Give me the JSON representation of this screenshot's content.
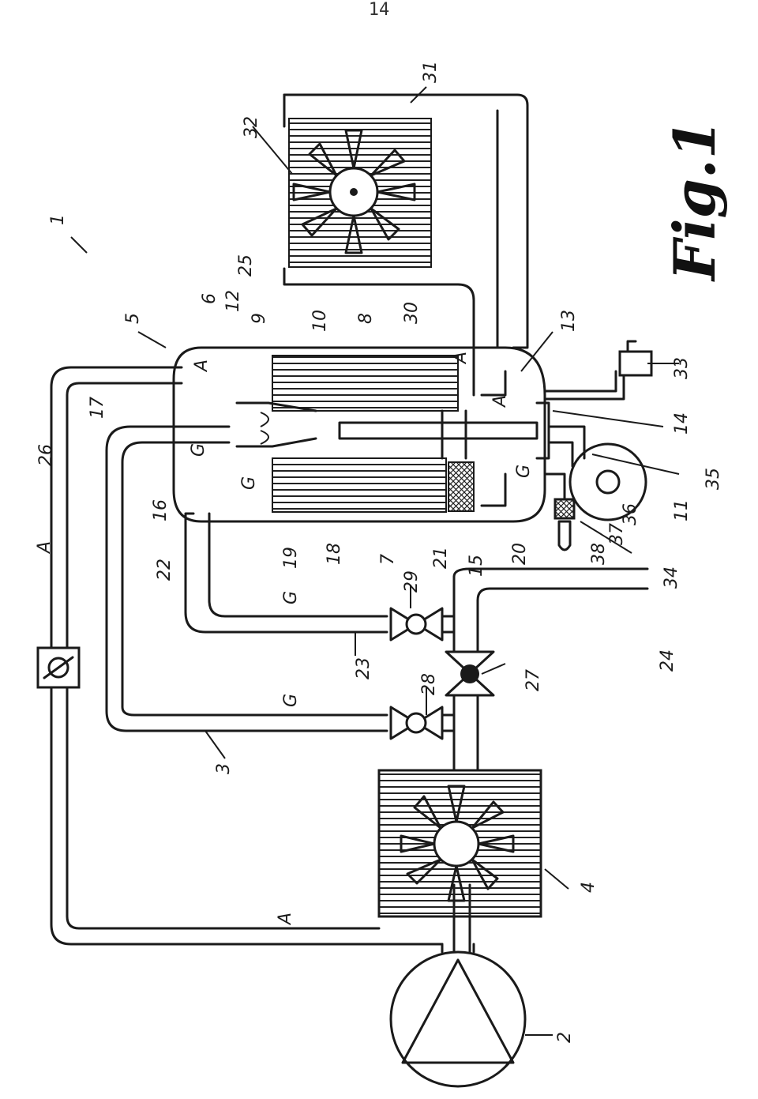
{
  "page_number": "14",
  "figure_label": "Fig.1",
  "flow_letters": {
    "air": "A",
    "gas": "G"
  },
  "ref_numbers": [
    "1",
    "2",
    "3",
    "4",
    "5",
    "6",
    "7",
    "8",
    "9",
    "10",
    "11",
    "12",
    "13",
    "14",
    "15",
    "16",
    "17",
    "18",
    "19",
    "20",
    "21",
    "22",
    "23",
    "24",
    "25",
    "26",
    "27",
    "28",
    "29",
    "30",
    "31",
    "32",
    "33",
    "34",
    "35",
    "36",
    "37",
    "38"
  ],
  "colors": {
    "ink": "#1a1a1a",
    "paper": "#ffffff"
  }
}
